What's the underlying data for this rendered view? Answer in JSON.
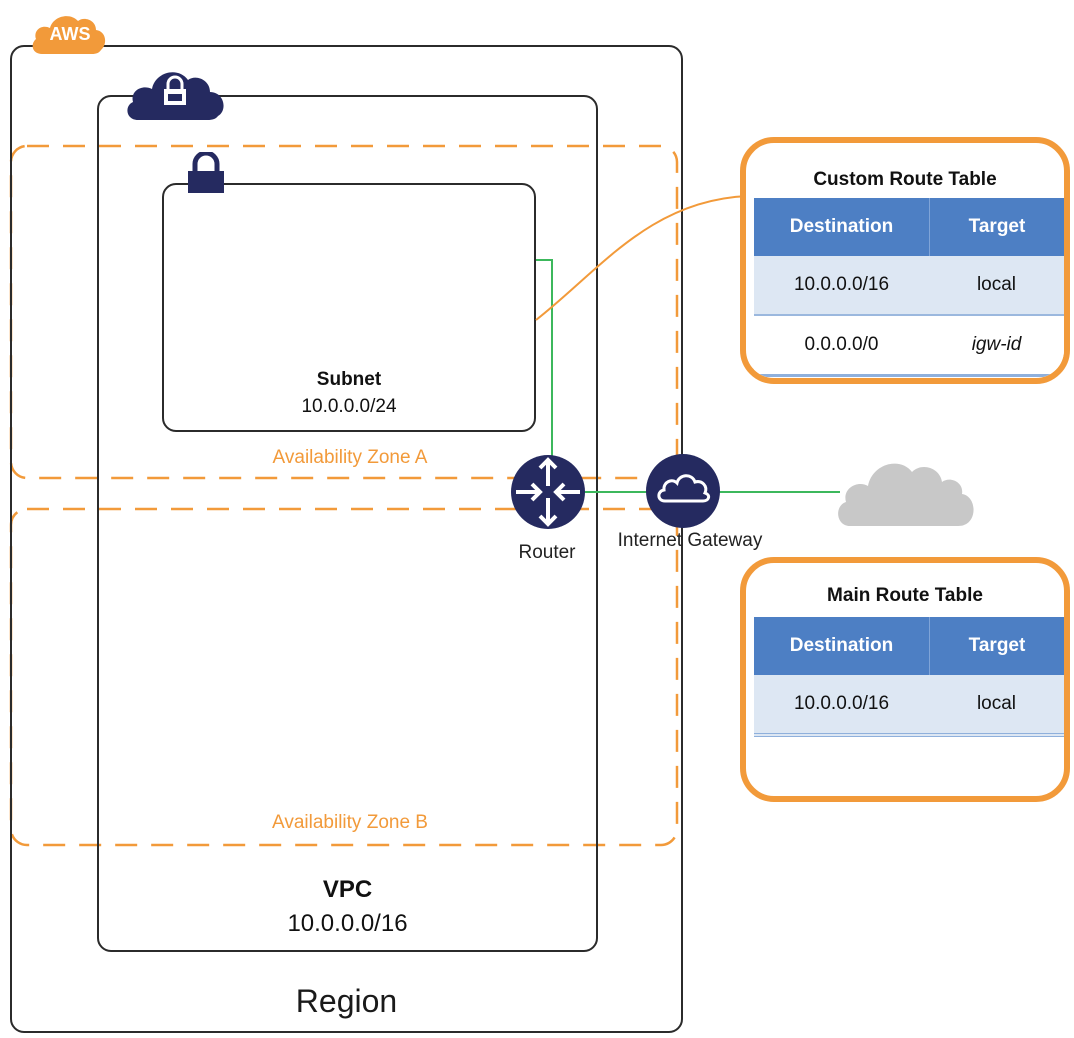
{
  "aws_badge": "AWS",
  "region": {
    "label": "Region"
  },
  "vpc": {
    "title": "VPC",
    "cidr": "10.0.0.0/16"
  },
  "subnet": {
    "title": "Subnet",
    "cidr": "10.0.0.0/24"
  },
  "availability_zones": [
    {
      "label": "Availability Zone A"
    },
    {
      "label": "Availability Zone B"
    }
  ],
  "router": {
    "label": "Router"
  },
  "internet_gateway": {
    "label": "Internet Gateway"
  },
  "custom_route_table": {
    "title": "Custom Route Table",
    "columns": [
      "Destination",
      "Target"
    ],
    "rows": [
      {
        "destination": "10.0.0.0/16",
        "target": "local"
      },
      {
        "destination": "0.0.0.0/0",
        "target": "igw-id"
      }
    ]
  },
  "main_route_table": {
    "title": "Main Route Table",
    "columns": [
      "Destination",
      "Target"
    ],
    "rows": [
      {
        "destination": "10.0.0.0/16",
        "target": "local"
      }
    ]
  },
  "colors": {
    "aws_orange": "#f29a3a",
    "vpc_navy": "#252a60",
    "table_header_blue": "#4d7fc4",
    "link_green": "#3cb85c",
    "internet_cloud_gray": "#c8c8c8"
  }
}
